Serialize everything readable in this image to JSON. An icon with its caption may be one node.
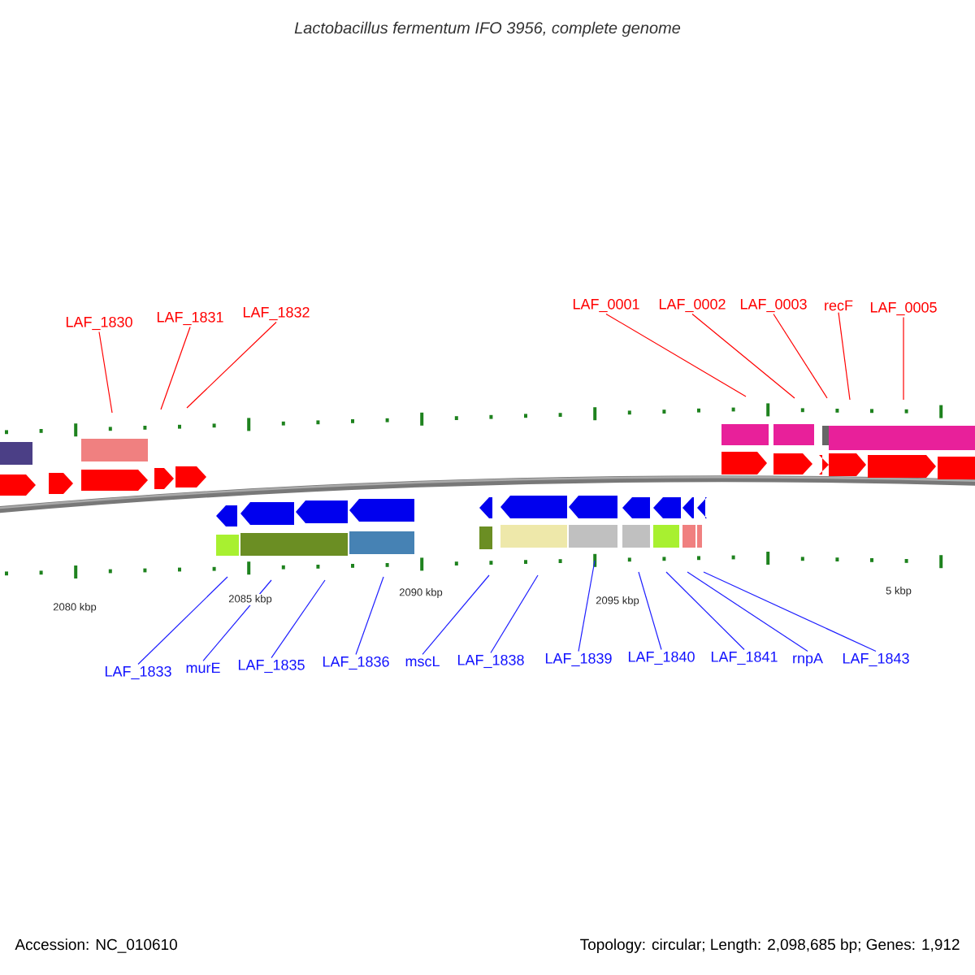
{
  "diagram": {
    "title": "Lactobacillus fermentum IFO 3956, complete genome",
    "nodes": [
      {
        "text": [
          "LAF_1830"
        ]
      },
      {
        "text": [
          "LAF_1831"
        ]
      },
      {
        "text": [
          "LAF_1832"
        ]
      },
      {
        "text": [
          "LAF_0001"
        ]
      },
      {
        "text": [
          "LAF_0002"
        ]
      },
      {
        "text": [
          "LAF_0003"
        ]
      },
      {
        "text": [
          "recF"
        ]
      },
      {
        "text": [
          "LAF_0005"
        ]
      },
      {
        "text": [
          "LAF_1833"
        ]
      },
      {
        "text": [
          "murE"
        ]
      },
      {
        "text": [
          "LAF_1835"
        ]
      },
      {
        "text": [
          "LAF_1836"
        ]
      },
      {
        "text": [
          "mscL"
        ]
      },
      {
        "text": [
          "LAF_1838"
        ]
      },
      {
        "text": [
          "LAF_1839"
        ]
      },
      {
        "text": [
          "LAF_1840"
        ]
      },
      {
        "text": [
          "LAF_1841"
        ]
      },
      {
        "text": [
          "rnpA"
        ]
      },
      {
        "text": [
          "LAF_1843"
        ]
      }
    ],
    "edges": [
      {
        "from": 0,
        "to": null,
        "arrow": "none",
        "color": "#ff0000"
      },
      {
        "from": 1,
        "to": null,
        "arrow": "none",
        "color": "#ff0000"
      },
      {
        "from": 2,
        "to": null,
        "arrow": "none",
        "color": "#ff0000"
      },
      {
        "from": 3,
        "to": null,
        "arrow": "none",
        "color": "#ff0000"
      },
      {
        "from": 4,
        "to": null,
        "arrow": "none",
        "color": "#ff0000"
      },
      {
        "from": 5,
        "to": null,
        "arrow": "none",
        "color": "#ff0000"
      },
      {
        "from": 6,
        "to": null,
        "arrow": "none",
        "color": "#ff0000"
      },
      {
        "from": 7,
        "to": null,
        "arrow": "none",
        "color": "#ff0000"
      },
      {
        "from": 8,
        "to": null,
        "arrow": "none"
      },
      {
        "from": 9,
        "to": null,
        "arrow": "none"
      },
      {
        "from": 10,
        "to": null,
        "arrow": "none"
      },
      {
        "from": 11,
        "to": null,
        "arrow": "none"
      },
      {
        "from": 12,
        "to": null,
        "arrow": "none"
      },
      {
        "from": 13,
        "to": null,
        "arrow": "none"
      },
      {
        "from": 14,
        "to": null,
        "arrow": "none"
      },
      {
        "from": 15,
        "to": null,
        "arrow": "none"
      },
      {
        "from": 16,
        "to": null,
        "arrow": "none"
      },
      {
        "from": 17,
        "to": null,
        "arrow": "none"
      },
      {
        "from": 18,
        "to": null,
        "arrow": "none"
      }
    ],
    "labels": [
      "2080 kbp",
      "2085 kbp",
      "2090 kbp",
      "2095 kbp",
      "5 kbp",
      "Accession: NC_010610",
      "Topology: circular; Length: 2,098,685 bp; Genes: 1,912"
    ]
  }
}
